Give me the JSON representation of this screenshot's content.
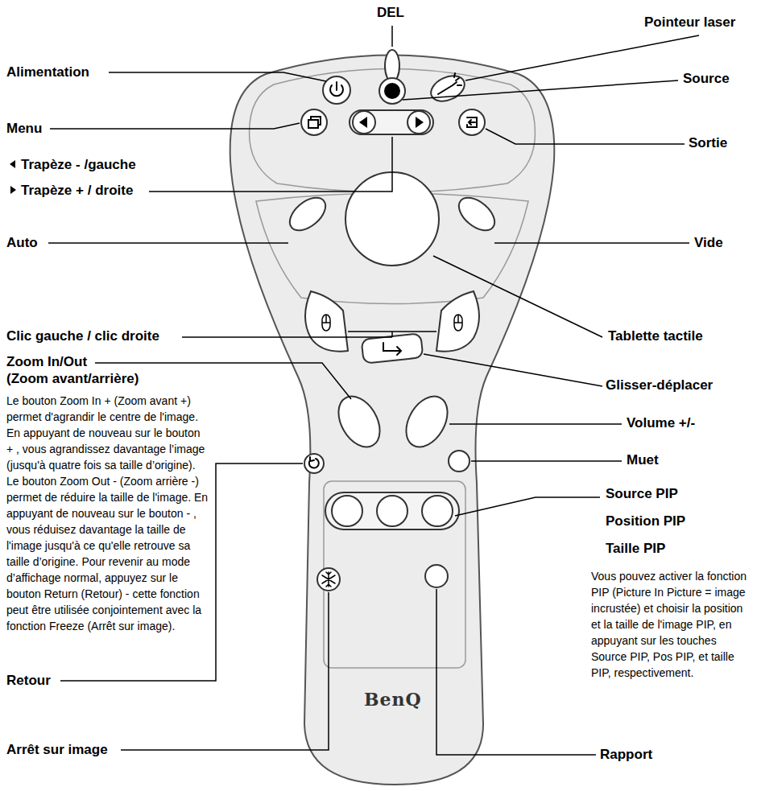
{
  "diagram": {
    "labels": [
      "DEL",
      "Alimentation",
      "Pointeur laser",
      "Source",
      "Menu",
      "Sortie",
      "Trapèze - /gauche",
      "Trapèze + / droite",
      "Auto",
      "Vide",
      "Clic gauche / clic droite",
      "Tablette tactile",
      "Zoom In/Out",
      "(Zoom avant/arrière)",
      "Le bouton Zoom In + (Zoom avant +) permet d'agrandir le centre de l'image. En appuyant de nouveau sur le bouton + , vous agrandissez davantage l’image (jusqu'à quatre fois sa taille d’origine). Le bouton Zoom Out - (Zoom arrière -) permet de réduire la taille de l'image. En appuyant de nouveau sur le bouton - , vous réduisez davantage la taille de l'image jusqu'à ce qu'elle retrouve sa taille d’origine. Pour revenir au mode d’affichage normal, appuyez sur le bouton Return (Retour) - cette fonction peut être utilisée conjointement avec la fonction Freeze (Arrêt sur image).",
      "Glisser-déplacer",
      "Volume +/-",
      "Muet",
      "Source PIP",
      "Position PIP",
      "Taille PIP",
      "Vous pouvez activer la fonction PIP (Picture In Picture = image incrustée) et choisir la position et la taille de l'image PIP, en appuyant sur les touches Source PIP, Pos PIP, et taille PIP, respectivement.",
      "BenQ",
      "Retour",
      "Rapport",
      "Arrêt sur image"
    ]
  }
}
